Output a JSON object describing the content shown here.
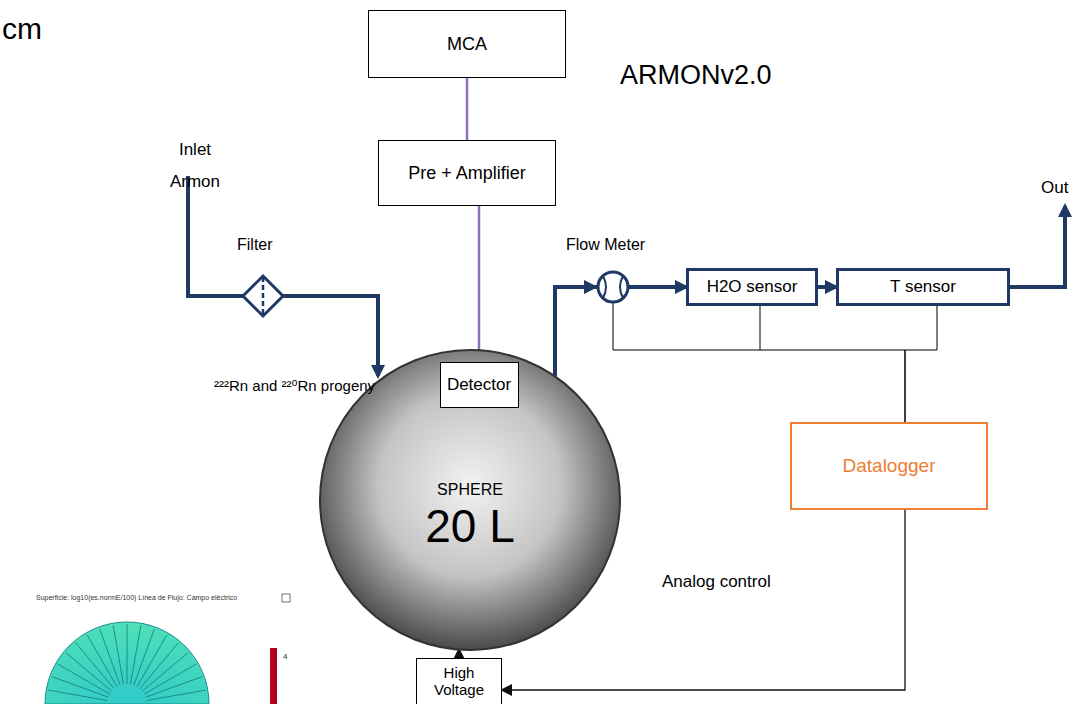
{
  "diagram": {
    "title": "ARMONv2.0",
    "nodes": [
      {
        "text": [
          "MCA"
        ]
      },
      {
        "text": [
          "Pre + Amplifier"
        ]
      },
      {
        "text": [
          "SPHERE",
          "20 L"
        ]
      },
      {
        "text": [
          "Detector"
        ],
        "in": 2
      },
      {
        "text": [
          "H2O sensor"
        ]
      },
      {
        "text": [
          "T sensor"
        ]
      },
      {
        "text": [
          "Datalogger"
        ]
      },
      {
        "text": [
          "High Voltage"
        ]
      }
    ],
    "edges": [
      {
        "from": 0,
        "to": 1,
        "arrow": "none"
      },
      {
        "from": 1,
        "to": 3,
        "arrow": "none"
      },
      {
        "from": 2,
        "to": 4,
        "arrow": "to"
      },
      {
        "from": 4,
        "to": 5,
        "arrow": "to"
      },
      {
        "from": 4,
        "to": 6,
        "arrow": "none"
      },
      {
        "from": 5,
        "to": 6,
        "arrow": "none"
      },
      {
        "from": 6,
        "to": 7,
        "label": "Analog control",
        "arrow": "to"
      },
      {
        "from": 7,
        "to": 2,
        "arrow": "to"
      }
    ],
    "labels": [
      "cm",
      "Inlet Armon",
      "Filter",
      "²²²Rn and ²²⁰Rn progeny",
      "Flow Meter",
      "Out",
      "Superficie: log10(es.normE/100) Línea de Flujo: Campo eléctrico",
      "4"
    ]
  }
}
